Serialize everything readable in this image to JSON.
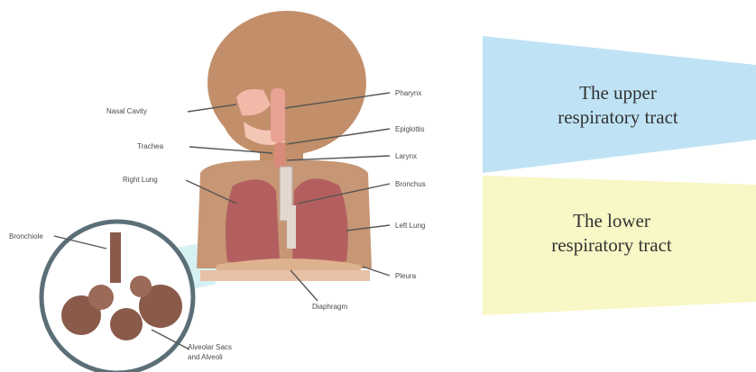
{
  "labels": {
    "nasal_cavity": "Nasal Cavity",
    "trachea": "Trachea",
    "right_lung": "Right Lung",
    "bronchiole": "Bronchiole",
    "pharynx": "Pharynx",
    "epiglottis": "Epiglottis",
    "larynx": "Larynx",
    "bronchus": "Bronchus",
    "left_lung": "Left Lung",
    "pleura": "Pleura",
    "diaphragm": "Diaphragm",
    "alveolar_1": "Alveolar Sacs",
    "alveolar_2": "and Alveoli"
  },
  "callouts": {
    "upper_line1": "The upper",
    "upper_line2": "respiratory tract",
    "lower_line1": "The lower",
    "lower_line2": "respiratory tract"
  },
  "colors": {
    "upper_band": "#bfe3f5",
    "lower_band": "#f8f7c6",
    "skin": "#c28f6a",
    "lung": "#b35f5f",
    "zoom_fill": "#cfeef0"
  }
}
